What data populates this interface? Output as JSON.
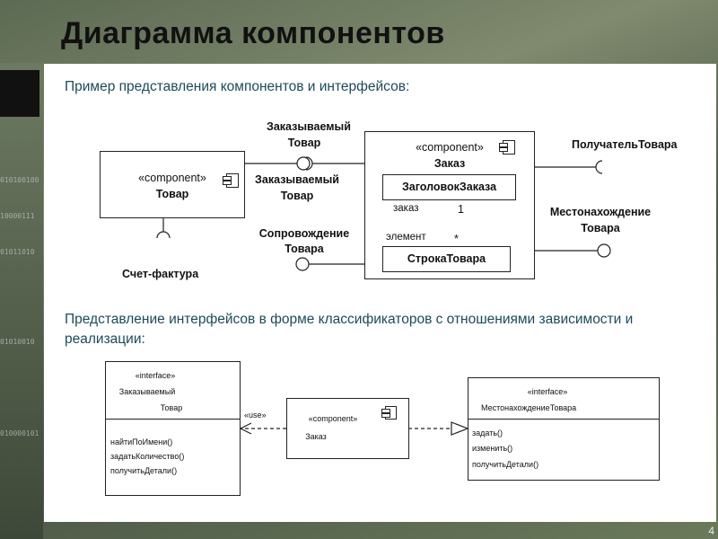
{
  "slide": {
    "title": "Диаграмма компонентов",
    "page_number": "4",
    "binary_lines": [
      "010100100",
      "10000111",
      "01011010",
      "01010010",
      "010000101"
    ]
  },
  "section1": {
    "heading": "Пример представления компонентов и интерфейсов:",
    "tovar": {
      "stereotype": "«component»",
      "name": "Товар"
    },
    "zakaz": {
      "stereotype": "«component»",
      "name": "Заказ"
    },
    "header_part": "ЗаголовокЗаказа",
    "line_part": "СтрокаТовара",
    "assoc_role_top": "заказ",
    "assoc_mult_top": "1",
    "assoc_role_bottom": "элемент",
    "assoc_mult_bottom": "*",
    "iface_ordered_provided": "Заказываемый Товар",
    "iface_ordered_required": "Заказываемый Товар",
    "iface_invoice": "Счет-фактура",
    "iface_support": "Сопровождение Товара",
    "iface_receiver": "ПолучательТовара",
    "iface_location": "Местонахождение Товара"
  },
  "section2": {
    "heading": "Представление интерфейсов в форме классификаторов с отношениями зависимости и реализации:",
    "iface_left": {
      "stereotype": "«interface»",
      "name_line1": "Заказываемый",
      "name_line2": "Товар",
      "ops": [
        "найтиПоИмени()",
        "задатьКоличество()",
        "получитьДетали()"
      ]
    },
    "component": {
      "stereotype": "«component»",
      "name": "Заказ"
    },
    "use_label": "«use»",
    "iface_right": {
      "stereotype": "«interface»",
      "name": "МестонахождениеТовара",
      "ops": [
        "задать()",
        "изменить()",
        "получитьДетали()"
      ]
    }
  }
}
